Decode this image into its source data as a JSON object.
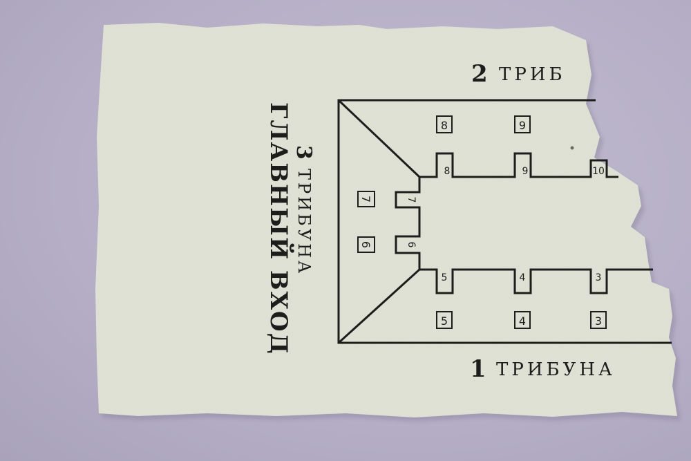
{
  "ticket": {
    "stand_top": {
      "number": "2",
      "word": "ТРИБ"
    },
    "stand_bottom": {
      "number": "1",
      "word": "ТРИБУНА"
    },
    "stand_left": {
      "number": "3",
      "word": "ТРИБУНА"
    },
    "main_entrance": "ГЛАВНЫЙ ВХОД",
    "sections_top_boxed": [
      "8",
      "9"
    ],
    "sections_top_gates": [
      "8",
      "9",
      "10"
    ],
    "sections_bottom_gates": [
      "5",
      "4",
      "3"
    ],
    "sections_bottom_boxed": [
      "5",
      "4",
      "3"
    ],
    "sections_left_boxed": [
      "7",
      "6"
    ],
    "sections_left_gates": [
      "7",
      "6"
    ]
  },
  "colors": {
    "background": "#b9b3c8",
    "paper": "#dfe3d6",
    "ink": "#1d1d1b"
  }
}
